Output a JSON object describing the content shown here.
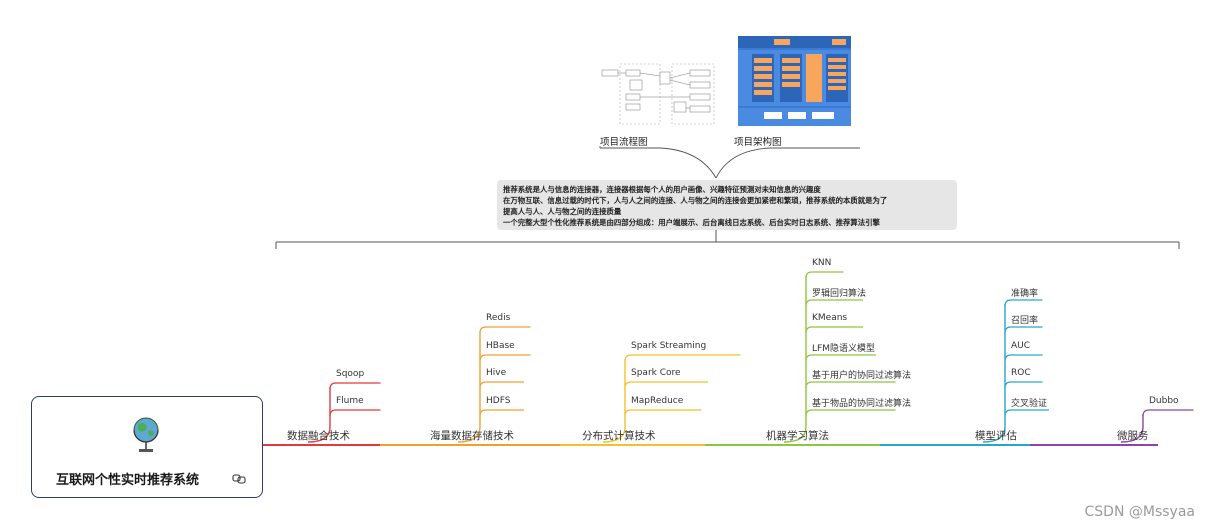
{
  "root": {
    "title": "互联网个性实时推荐系统",
    "icon": "globe-icon",
    "link_icon": "link-icon"
  },
  "images": {
    "flow_caption": "项目流程图",
    "arch_caption": "项目架构图"
  },
  "summary": {
    "lines": [
      "推荐系统是人与信息的连接器，连接器根据每个人的用户画像、兴趣特征预测对未知信息的兴趣度",
      "在万物互联、信息过载的时代下，人与人之间的连接、人与物之间的连接会更加紧密和繁琐，推荐系统的本质就是为了",
      "提高人与人、人与物之间的连接质量",
      "一个完整大型个性化推荐系统是由四部分组成：用户端展示、后台离线日志系统、后台实时日志系统、推荐算法引擎"
    ]
  },
  "branches": [
    {
      "label": "数据融合技术",
      "color": "#e23b3b",
      "children": [
        "Flume",
        "Sqoop"
      ]
    },
    {
      "label": "海量数据存储技术",
      "color": "#f0a030",
      "children": [
        "HDFS",
        "Hive",
        "HBase",
        "Redis"
      ]
    },
    {
      "label": "分布式计算技术",
      "color": "#f5c02c",
      "children": [
        "MapReduce",
        "Spark Core",
        "Spark Streaming"
      ]
    },
    {
      "label": "机器学习算法",
      "color": "#8dc63f",
      "children": [
        "基于物品的协同过滤算法",
        "基于用户的协同过滤算法",
        "LFM隐语义模型",
        "KMeans",
        "罗辑回归算法",
        "KNN"
      ]
    },
    {
      "label": "模型评估",
      "color": "#27a6c9",
      "children": [
        "交叉验证",
        "ROC",
        "AUC",
        "召回率",
        "准确率"
      ]
    },
    {
      "label": "微服务",
      "color": "#8e44ad",
      "children": [
        "Dubbo"
      ]
    }
  ],
  "colors": {
    "bracket": "#555555",
    "arch_bg": "#3a7bd5",
    "arch_box": "#f7a65c"
  },
  "watermark": "CSDN @Mssyaa"
}
